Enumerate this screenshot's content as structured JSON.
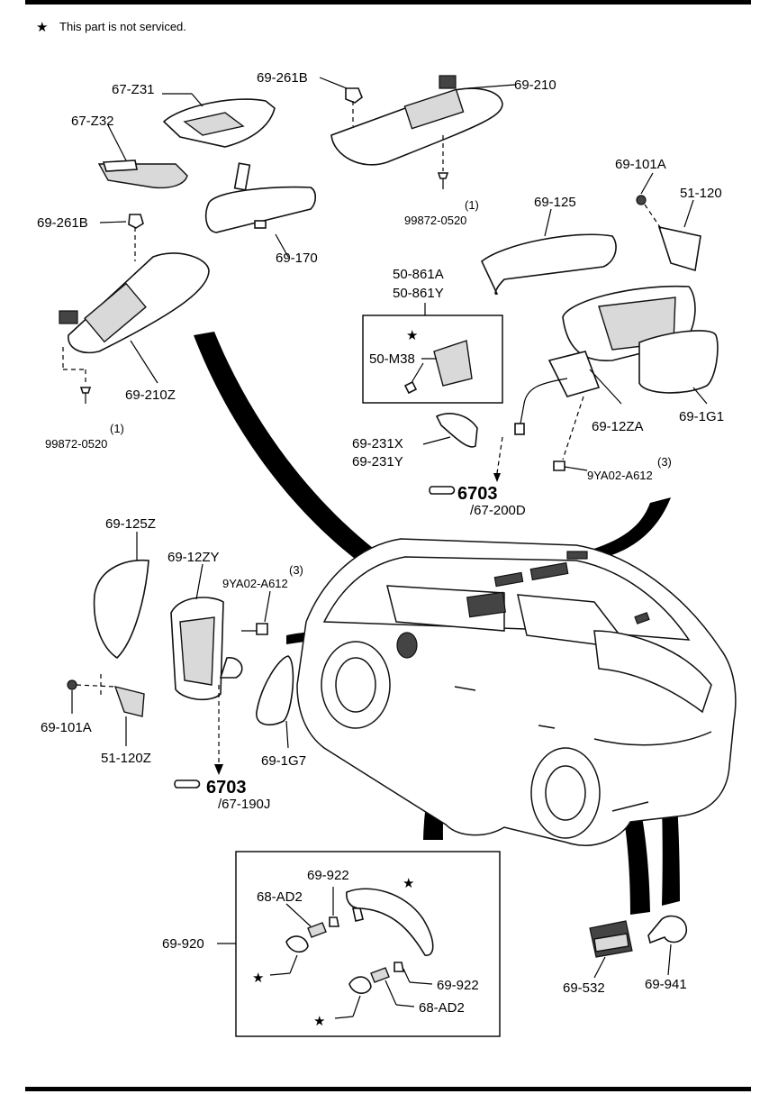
{
  "note": {
    "star": "★",
    "text": "This part is not serviced."
  },
  "labels": {
    "l67Z31": "67-Z31",
    "l67Z32": "67-Z32",
    "l69261B_top": "69-261B",
    "l69210": "69-210",
    "l69170": "69-170",
    "l69261B_left": "69-261B",
    "l99872_top_q": "(1)",
    "l99872_top": "99872-0520",
    "l69101A_right": "69-101A",
    "l51120": "51-120",
    "l69125": "69-125",
    "l50861A": "50-861A",
    "l50861Y": "50-861Y",
    "l50M38": "50-M38",
    "l69210Z": "69-210Z",
    "l99872_left_q": "(1)",
    "l99872_left": "99872-0520",
    "l69231X": "69-231X",
    "l69231Y": "69-231Y",
    "l6912ZA": "69-12ZA",
    "l691G1": "69-1G1",
    "l9YA02_right_q": "(3)",
    "l9YA02_right": "9YA02-A612",
    "ref6703_right": "6703",
    "ref67200D": "/67-200D",
    "l69125Z": "69-125Z",
    "l6912ZY": "69-12ZY",
    "l9YA02_left_q": "(3)",
    "l9YA02_left": "9YA02-A612",
    "l69101A_left": "69-101A",
    "l51120Z": "51-120Z",
    "l691G7": "69-1G7",
    "ref6703_left": "6703",
    "ref67190J": "/67-190J",
    "l69922_top": "69-922",
    "l68AD2_top": "68-AD2",
    "l69920": "69-920",
    "l69922_bottom": "69-922",
    "l68AD2_bottom": "68-AD2",
    "l69532": "69-532",
    "l69941": "69-941"
  },
  "markers": {
    "star": "★"
  },
  "colors": {
    "ink": "#000000",
    "background": "#ffffff",
    "fill_gray": "#d9d9d9"
  }
}
